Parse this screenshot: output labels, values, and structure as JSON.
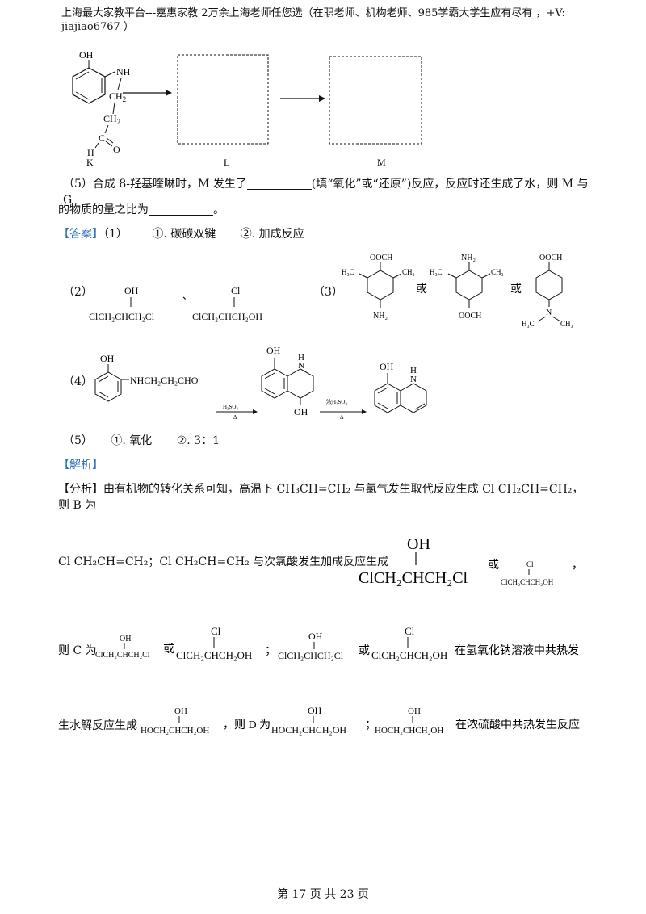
{
  "header": {
    "line1": "上海最大家教平台---嘉惠家教 2万余上海老师任您选（在职老师、机构老师、985学霸大学生应有尽有 ，+V:",
    "line2": "jiajiao6767 ）"
  },
  "scheme": {
    "k_label": "K",
    "l_label": "L",
    "m_label": "M",
    "k_oh": "OH",
    "k_nh": "NH",
    "k_ch2a": "CH",
    "k_ch2b": "CH",
    "k_sub2": "2",
    "k_h": "H",
    "k_o": "O",
    "k_c": "C"
  },
  "q5": {
    "line1a": "（5）合成 8-羟基喹啉时，M 发生了",
    "line1b": "(填“氧化”或“还原”)反应，反应时还生成了水，则 M 与 G",
    "line2a": "的物质的量之比为",
    "line2b": "。"
  },
  "answer": {
    "tag": "【答案】",
    "p1": "（1）",
    "p1a": "①. 碳碳双键",
    "p1b": "②. 加成反应",
    "p2": "（2）",
    "p2_sep": "、",
    "p3": "（3）",
    "p3_or1": "或",
    "p3_or2": "或",
    "p4": "（4）",
    "p4_reagent1": "H₂SO₄",
    "p4_reagent2": "浓H₂SO₄",
    "p4_delta": "Δ",
    "p5": "（5）",
    "p5a": "①. 氧化",
    "p5b": "②. 3：1"
  },
  "analysis": {
    "tag": "【解析】",
    "fx_tag": "【分析】",
    "line1": "由有机物的转化关系可知，高温下 CH₃CH=CH₂ 与氯气发生取代反应生成 Cl CH₂CH=CH₂，则 B 为",
    "line2": "Cl CH₂CH=CH₂；Cl CH₂CH=CH₂ 与次氯酸发生加成反应生成",
    "line2_or": "或",
    "line2_end": "，",
    "line3_a": "则 C 为",
    "line3_or1": "或",
    "line3_semi": "；",
    "line3_or2": "或",
    "line3_end": "在氢氧化钠溶液中共热发",
    "line4_a": "生水解反应生成",
    "line4_b": "，则 D 为",
    "line4_semi": "；",
    "line4_end": "在浓硫酸中共热发生反应"
  },
  "formulas": {
    "oh": "OH",
    "cl": "Cl",
    "clch2chch2cl": "ClCH₂CHCH₂Cl",
    "clch2chch2oh": "ClCH₂CHCH₂OH",
    "hoch2chch2oh": "HOCH₂CHCH₂OH",
    "nhch2ch2cho": "NHCH₂CH₂CHO",
    "nh2": "NH₂",
    "ooch": "OOCH",
    "h3c": "H₃C",
    "ch3": "CH₃",
    "n": "N",
    "nh": "N",
    "h": "H"
  },
  "footer": {
    "page": "第 17 页 共 23 页"
  }
}
